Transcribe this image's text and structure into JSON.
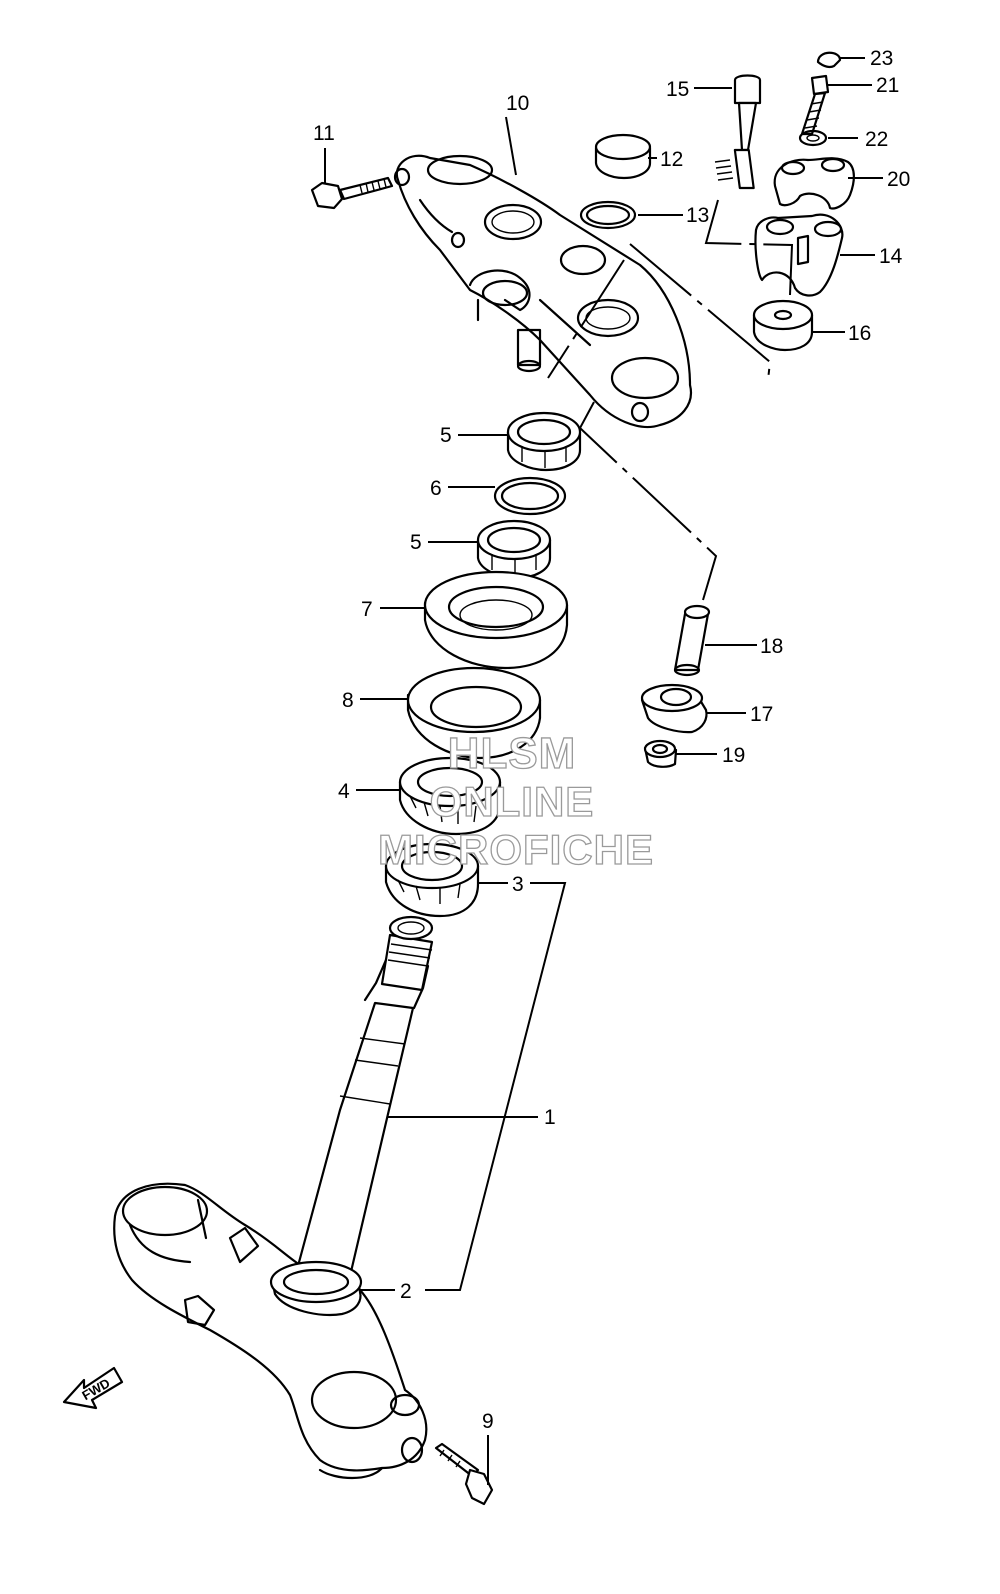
{
  "callouts": {
    "p1": "1",
    "p2": "2",
    "p3": "3",
    "p4": "4",
    "p5a": "5",
    "p5b": "5",
    "p6": "6",
    "p7": "7",
    "p8": "8",
    "p9": "9",
    "p10": "10",
    "p11": "11",
    "p12": "12",
    "p13": "13",
    "p14": "14",
    "p15": "15",
    "p16": "16",
    "p17": "17",
    "p18": "18",
    "p19": "19",
    "p20": "20",
    "p21": "21",
    "p22": "22",
    "p23": "23"
  },
  "watermark": {
    "line1": "HLSM",
    "line2": "ONLINE",
    "line3": "MICROFICHE"
  },
  "fwd_label": "FWD",
  "colors": {
    "line": "#000000",
    "background": "#ffffff",
    "watermark_outline": "#9a9a9a"
  }
}
